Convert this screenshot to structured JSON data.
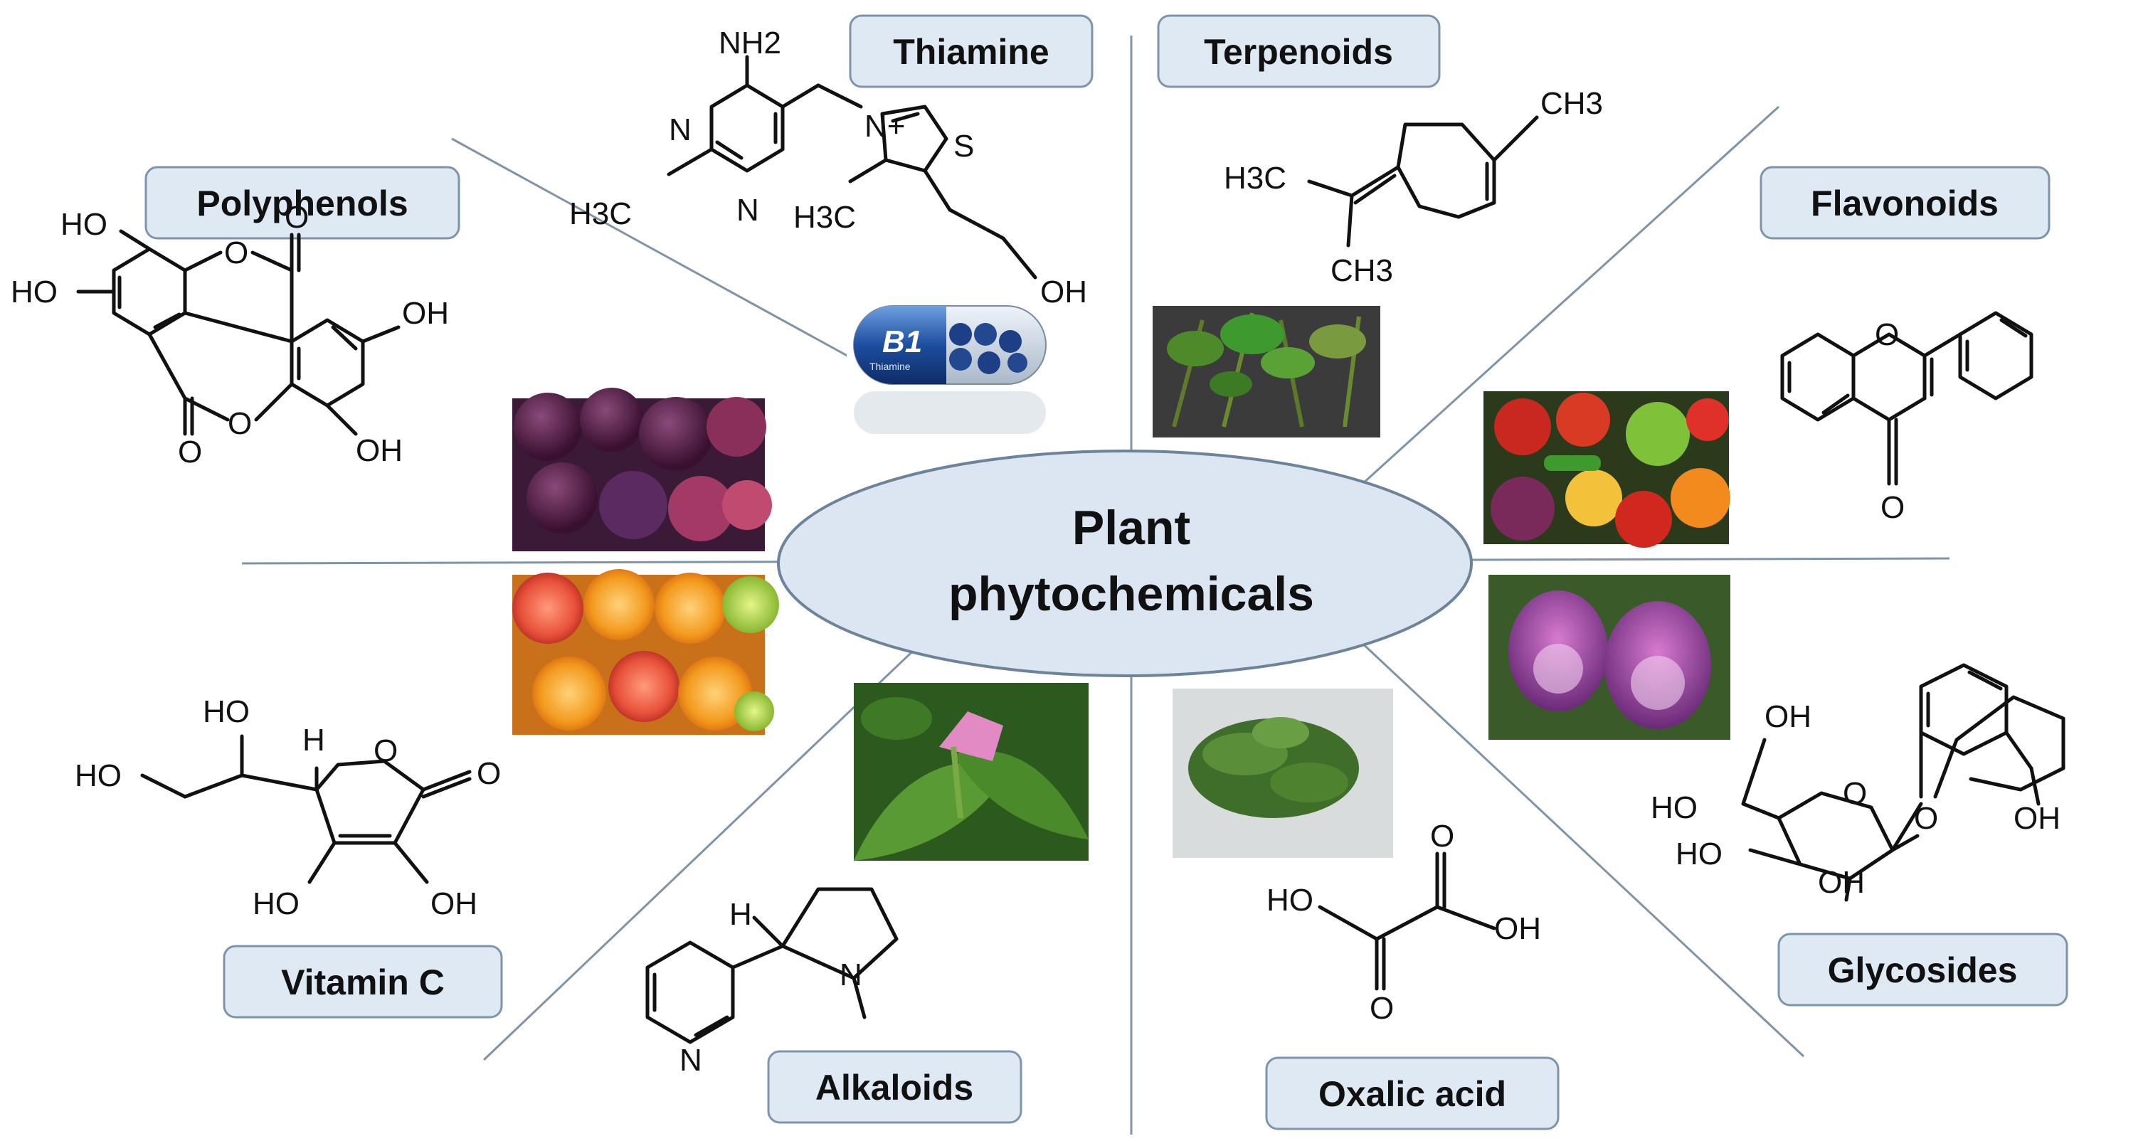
{
  "center": {
    "line1": "Plant",
    "line2": "phytochemicals"
  },
  "categories": [
    {
      "key": "thiamine",
      "label": "Thiamine"
    },
    {
      "key": "terpenoids",
      "label": "Terpenoids"
    },
    {
      "key": "polyphenols",
      "label": "Polyphenols"
    },
    {
      "key": "flavonoids",
      "label": "Flavonoids"
    },
    {
      "key": "vitamin_c",
      "label": "Vitamin C"
    },
    {
      "key": "glycosides",
      "label": "Glycosides"
    },
    {
      "key": "alkaloids",
      "label": "Alkaloids"
    },
    {
      "key": "oxalic_acid",
      "label": "Oxalic acid"
    }
  ],
  "pill": {
    "brand": "B1",
    "text": "Thiamine"
  },
  "atoms": {
    "nh2": "NH2",
    "n": "N",
    "h3c": "H3C",
    "ch3": "CH3",
    "s": "S",
    "oh": "OH",
    "ho": "HO",
    "o": "O",
    "h": "H",
    "n_plus": "N+"
  },
  "colors": {
    "box_fill": "#dfe9f4",
    "box_stroke": "#7d94ab",
    "ellipse_fill": "#dbe6f2",
    "ellipse_stroke": "#6d8399",
    "spoke": "#7f94a6"
  }
}
